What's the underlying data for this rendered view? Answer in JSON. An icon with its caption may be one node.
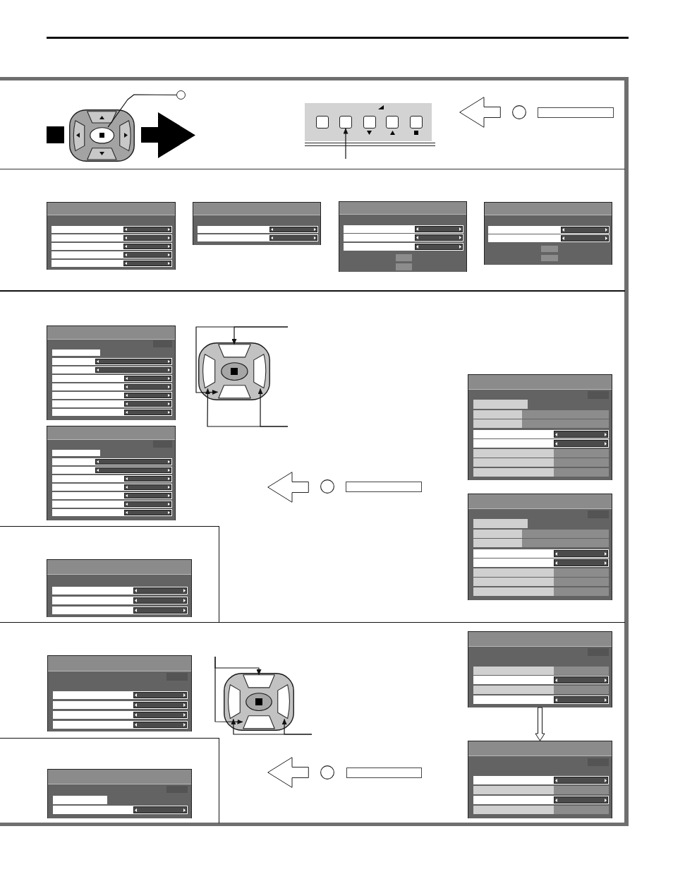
{
  "diagram": {
    "nodes": [
      {
        "text": [],
        "shape": "picture"
      },
      {
        "text": [],
        "shape": "box",
        "in": 0
      },
      {
        "text": [],
        "shape": "circle"
      },
      {
        "text": [],
        "shape": "picture"
      },
      {
        "text": [],
        "shape": "box",
        "in": 3
      },
      {
        "text": [],
        "shape": "box",
        "in": 3
      },
      {
        "text": [],
        "shape": "box",
        "in": 3
      },
      {
        "text": [],
        "shape": "box",
        "in": 3
      },
      {
        "text": [],
        "shape": "box",
        "in": 3
      },
      {
        "text": [],
        "shape": "picture"
      },
      {
        "text": [],
        "shape": "picture"
      },
      {
        "text": [],
        "shape": "picture"
      },
      {
        "text": [],
        "shape": "picture"
      },
      {
        "text": [],
        "shape": "picture"
      },
      {
        "text": [],
        "shape": "picture"
      },
      {
        "text": [],
        "shape": "picture"
      },
      {
        "text": [],
        "shape": "box",
        "in": 15
      },
      {
        "text": [],
        "shape": "box",
        "in": 15
      },
      {
        "text": [],
        "shape": "box",
        "in": 15
      },
      {
        "text": [],
        "shape": "box",
        "in": 15
      },
      {
        "text": [],
        "shape": "picture"
      },
      {
        "text": [],
        "shape": "picture"
      },
      {
        "text": [],
        "shape": "picture"
      },
      {
        "text": [],
        "shape": "picture"
      },
      {
        "text": [],
        "shape": "picture"
      },
      {
        "text": [],
        "shape": "box",
        "in": 24
      },
      {
        "text": [],
        "shape": "box",
        "in": 24
      },
      {
        "text": [],
        "shape": "box",
        "in": 24
      },
      {
        "text": [],
        "shape": "box",
        "in": 24
      },
      {
        "text": [],
        "shape": "picture"
      },
      {
        "text": [],
        "shape": "picture"
      },
      {
        "text": [],
        "shape": "picture"
      }
    ],
    "edges": [
      {
        "from": 2,
        "to": 1,
        "arrow": "none"
      },
      {
        "from": null,
        "to": 5,
        "arrow": "to"
      },
      {
        "from": null,
        "to": 16,
        "arrow": "to"
      },
      {
        "from": null,
        "to": 17,
        "arrow": "to"
      },
      {
        "from": null,
        "to": 18,
        "arrow": "to"
      },
      {
        "from": null,
        "to": 19,
        "arrow": "to"
      },
      {
        "from": null,
        "to": 25,
        "arrow": "to"
      },
      {
        "from": null,
        "to": 26,
        "arrow": "to"
      },
      {
        "from": null,
        "to": 27,
        "arrow": "to"
      },
      {
        "from": null,
        "to": 28,
        "arrow": "to"
      },
      {
        "from": 29,
        "to": 30,
        "arrow": "to",
        "style": "thick"
      }
    ]
  }
}
